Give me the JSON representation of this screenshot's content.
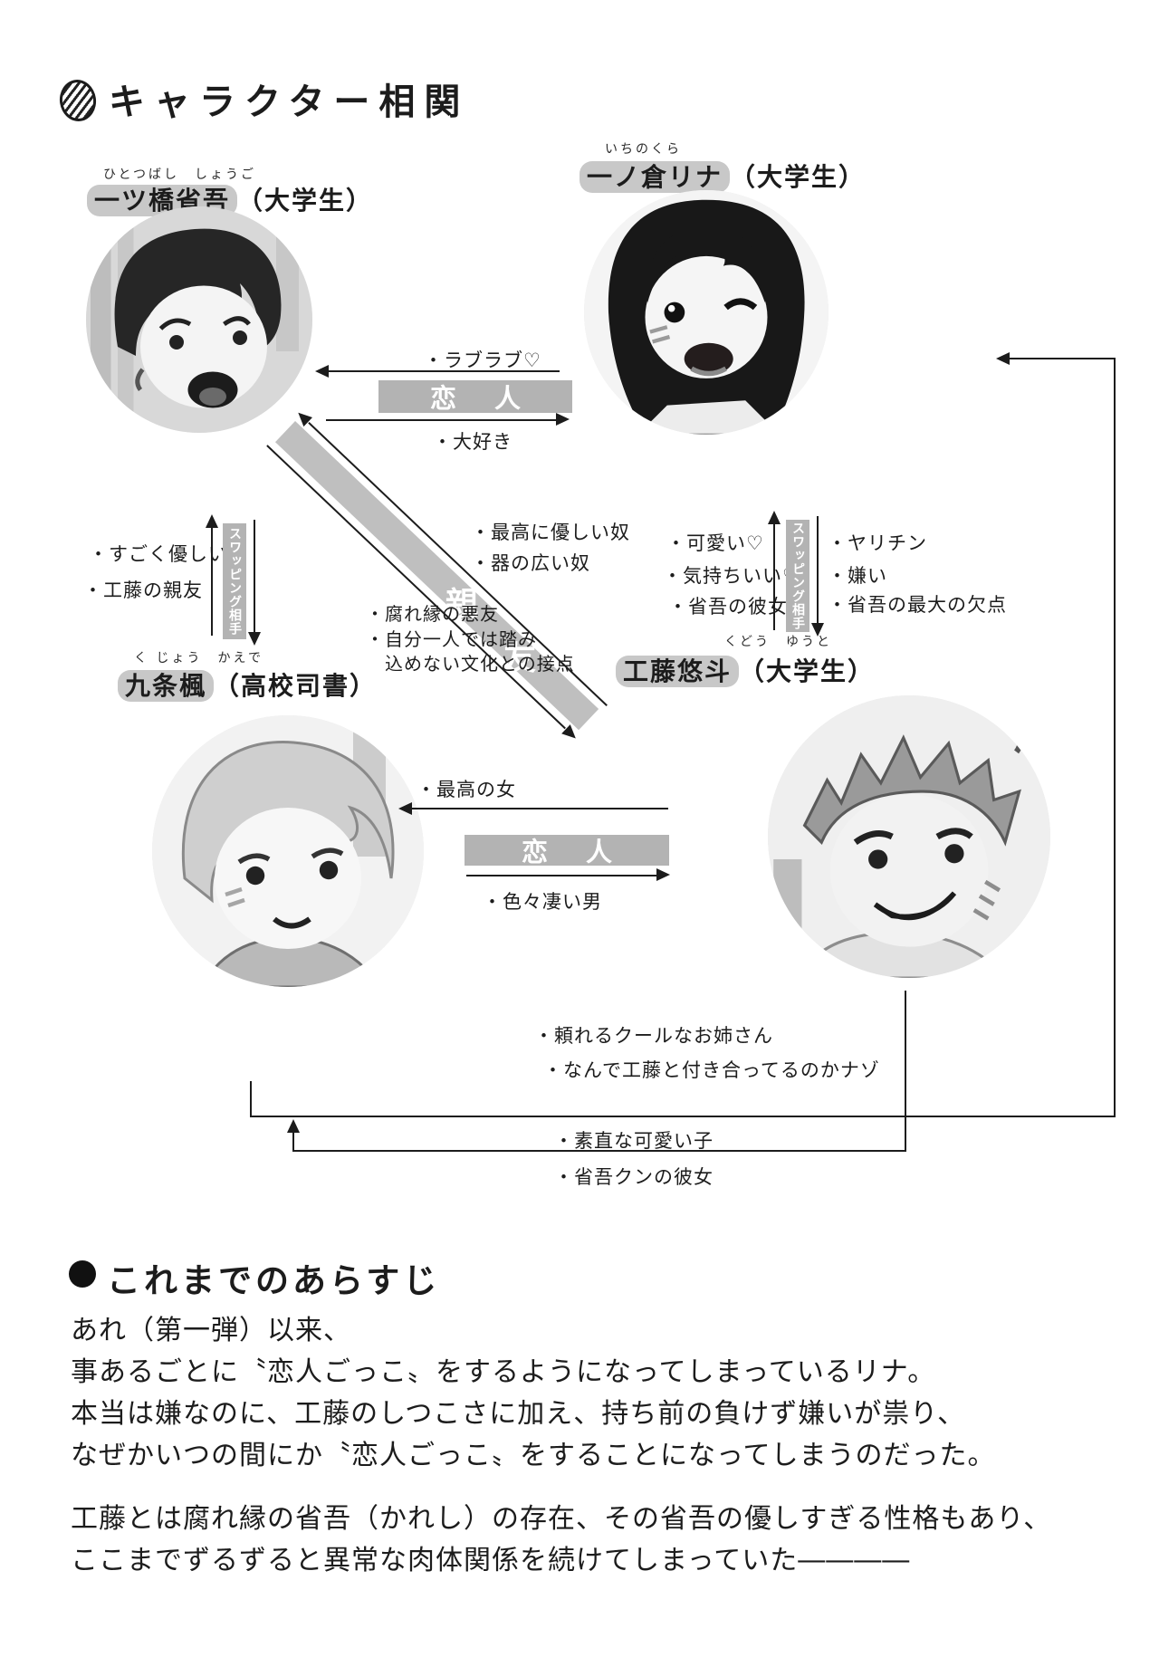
{
  "colors": {
    "ink": "#1c1c1c",
    "band_gray": "#b3b3b3",
    "highlight_gray": "#c8c8c8"
  },
  "title": {
    "text": "キャラクター相関"
  },
  "characters": {
    "shogo": {
      "furigana": "ひとつばし　しょうご",
      "name": "一ツ橋省吾",
      "suffix": "（大学生）"
    },
    "rina": {
      "furigana": "いちのくら",
      "name": "一ノ倉リナ",
      "suffix": "（大学生）"
    },
    "kaede": {
      "furigana": "く じょう　かえで",
      "name": "九条楓",
      "suffix": "（高校司書）"
    },
    "yuto": {
      "furigana": "くどう　ゆうと",
      "name": "工藤悠斗",
      "suffix": "（大学生）"
    }
  },
  "relations": {
    "top_lovers": {
      "band": "恋人",
      "note_left": "・ラブラブ♡",
      "note_right": "・大好き"
    },
    "bottom_lovers": {
      "band": "恋人",
      "note_left": "・最高の女",
      "note_right": "・色々凄い男"
    },
    "swap_left": {
      "band": "スワッピング相手",
      "notes": [
        "・すごく優しい",
        "・工藤の親友"
      ]
    },
    "swap_right": {
      "band": "スワッピング相手",
      "left_notes": [
        "・可愛い♡",
        "・気持ちいい♡",
        "・省吾の彼女"
      ],
      "right_notes": [
        "・ヤリチン",
        "・嫌い",
        "・省吾の最大の欠点"
      ]
    },
    "best_friends": {
      "char1": "親",
      "char2": "友",
      "upper_notes": [
        "・最高に優しい奴",
        "・器の広い奴"
      ],
      "lower_notes": [
        "・腐れ縁の悪友",
        "・自分一人では踏み",
        "　込めない文化との接点"
      ]
    },
    "to_kaede": {
      "notes": [
        "・頼れるクールなお姉さん",
        "・なんで工藤と付き合ってるのかナゾ"
      ]
    },
    "to_rina": {
      "notes": [
        "・素直な可愛い子",
        "・省吾クンの彼女"
      ]
    }
  },
  "story": {
    "heading": "これまでのあらすじ",
    "p1": [
      "あれ（第一弾）以来、",
      "事あるごとに〝恋人ごっこ〟をするようになってしまっているリナ。",
      "本当は嫌なのに、工藤のしつこさに加え、持ち前の負けず嫌いが祟り、",
      "なぜかいつの間にか〝恋人ごっこ〟をすることになってしまうのだった。"
    ],
    "p2": [
      "工藤とは腐れ縁の省吾（かれし）の存在、その省吾の優しすぎる性格もあり、",
      "ここまでずるずると異常な肉体関係を続けてしまっていた――――"
    ]
  }
}
